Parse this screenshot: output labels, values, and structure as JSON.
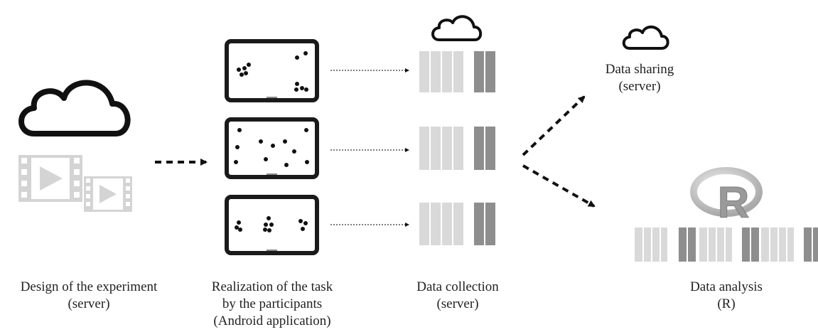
{
  "stages": [
    {
      "lines": [
        "Design of the experiment",
        "(server)"
      ]
    },
    {
      "lines": [
        "Realization of the task",
        "by the participants",
        "(Android application)"
      ]
    },
    {
      "lines": [
        "Data collection",
        "(server)"
      ]
    },
    {
      "lines": [
        "Data sharing",
        "(server)"
      ]
    },
    {
      "lines": [
        "Data analysis",
        "(R)"
      ]
    }
  ],
  "r_logo_letter": "R",
  "colors": {
    "ink": "#111111",
    "light_gray": "#d9d9d9",
    "dark_gray": "#8e8e8e",
    "video_gray": "#d4d4d4"
  }
}
